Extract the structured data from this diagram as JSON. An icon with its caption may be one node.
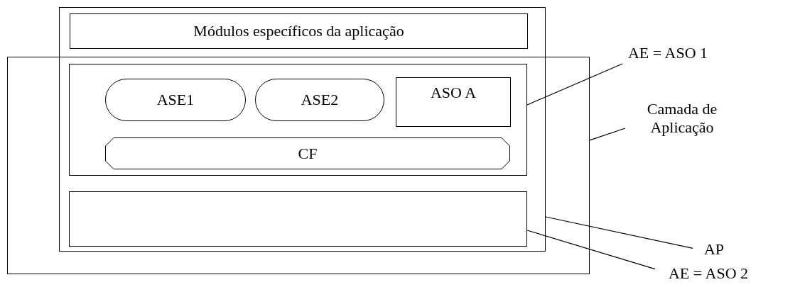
{
  "diagram": {
    "nodes": [
      {
        "text": [],
        "shape": "box"
      },
      {
        "text": [
          "Módulos específicos da aplicação"
        ],
        "in": 0
      },
      {
        "text": [],
        "shape": "box"
      },
      {
        "text": [],
        "shape": "box"
      },
      {
        "text": [
          "ASE1"
        ],
        "in": 3
      },
      {
        "text": [
          "ASE2"
        ],
        "in": 3
      },
      {
        "text": [
          "ASO A"
        ],
        "in": 3
      },
      {
        "text": [
          "CF"
        ],
        "in": 3
      },
      {
        "text": [],
        "shape": "box"
      },
      {
        "text": [
          "AE = ASO 1"
        ]
      },
      {
        "text": [
          "Camada de Aplicação"
        ]
      },
      {
        "text": [
          "AP"
        ]
      },
      {
        "text": [
          "AE = ASO 2"
        ]
      }
    ],
    "edges": [
      {
        "from": 9,
        "to": 3,
        "arrow": "none"
      },
      {
        "from": 10,
        "to": 2,
        "arrow": "none"
      },
      {
        "from": 11,
        "to": 0,
        "arrow": "none"
      },
      {
        "from": 12,
        "to": 8,
        "arrow": "none"
      }
    ]
  }
}
